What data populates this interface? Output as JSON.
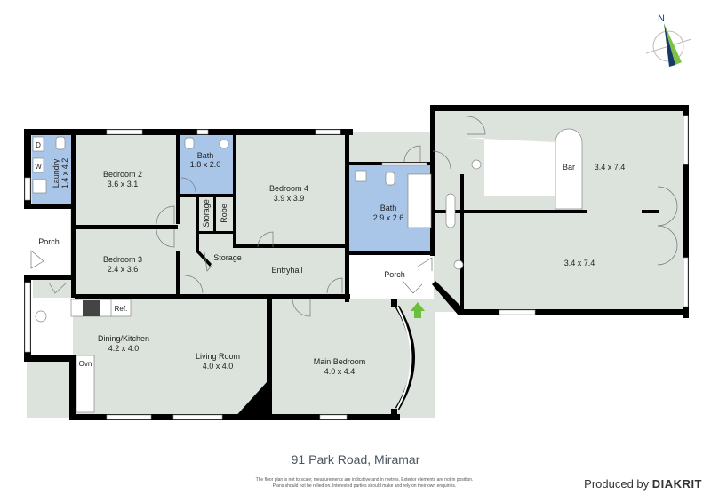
{
  "plan": {
    "address": "91 Park Road, Miramar",
    "disclaimer_line1": "The floor plan is not to scale; measurements are indicative and in metres. Exterior elements are not in position.",
    "disclaimer_line2": "Plans should not be relied on. Interested parties should make and rely on their own enquiries.",
    "credit_prefix": "Produced by",
    "credit_brand": "DIAKRIT",
    "compass_label": "N",
    "colors": {
      "room": "#dbe3dc",
      "wet_area": "#a9c6e8",
      "wall": "#000000",
      "entry_arrow": "#6cbf3a",
      "compass_navy": "#17386b",
      "compass_green": "#7cc242"
    }
  },
  "rooms": {
    "laundry": {
      "name": "Laundry",
      "size": "1.4 x 4.2"
    },
    "dryer": "D",
    "washer": "W",
    "porch_west": {
      "name": "Porch"
    },
    "bedroom2": {
      "name": "Bedroom 2",
      "size": "3.6 x 3.1"
    },
    "bedroom3": {
      "name": "Bedroom 3",
      "size": "2.4 x 3.6"
    },
    "bath1": {
      "name": "Bath",
      "size": "1.8 x 2.0"
    },
    "storage1": {
      "name": "Storage"
    },
    "robe": {
      "name": "Robe"
    },
    "storage2": {
      "name": "Storage"
    },
    "bedroom4": {
      "name": "Bedroom 4",
      "size": "3.9 x 3.9"
    },
    "entryhall": {
      "name": "Entryhall"
    },
    "bath2": {
      "name": "Bath",
      "size": "2.9 x 2.6"
    },
    "porch_east": {
      "name": "Porch"
    },
    "bar": {
      "name": "Bar",
      "size": "3.4 x 7.4"
    },
    "big_room": {
      "size": "3.4 x 7.4"
    },
    "dining_kitchen": {
      "name": "Dining/Kitchen",
      "size": "4.2 x 4.0"
    },
    "fridge": "Ref.",
    "oven": "Ovn",
    "living": {
      "name": "Living Room",
      "size": "4.0 x 4.0"
    },
    "main_bedroom": {
      "name": "Main Bedroom",
      "size": "4.0 x 4.4"
    }
  }
}
